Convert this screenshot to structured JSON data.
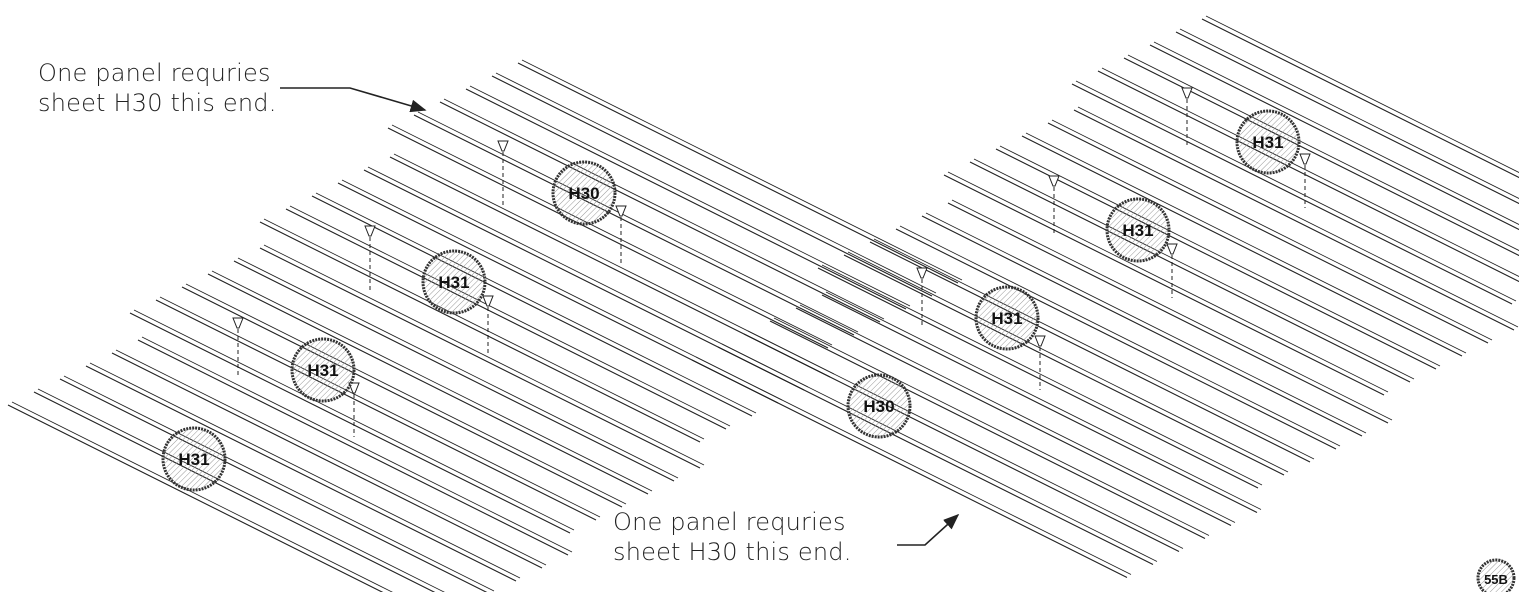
{
  "notes": {
    "left": {
      "line1": "One panel requries",
      "line2": "sheet H30 this end."
    },
    "right": {
      "line1": "One panel requries",
      "line2": "sheet H30 this end."
    }
  },
  "left_assembly": {
    "callouts": [
      "H30",
      "H31",
      "H31",
      "H31"
    ]
  },
  "right_assembly": {
    "callouts": [
      "H31",
      "H31",
      "H31",
      "H30"
    ]
  },
  "corner_callout": "55B",
  "colors": {
    "line": "#222222",
    "background": "#ffffff",
    "hatch": "#888888"
  }
}
